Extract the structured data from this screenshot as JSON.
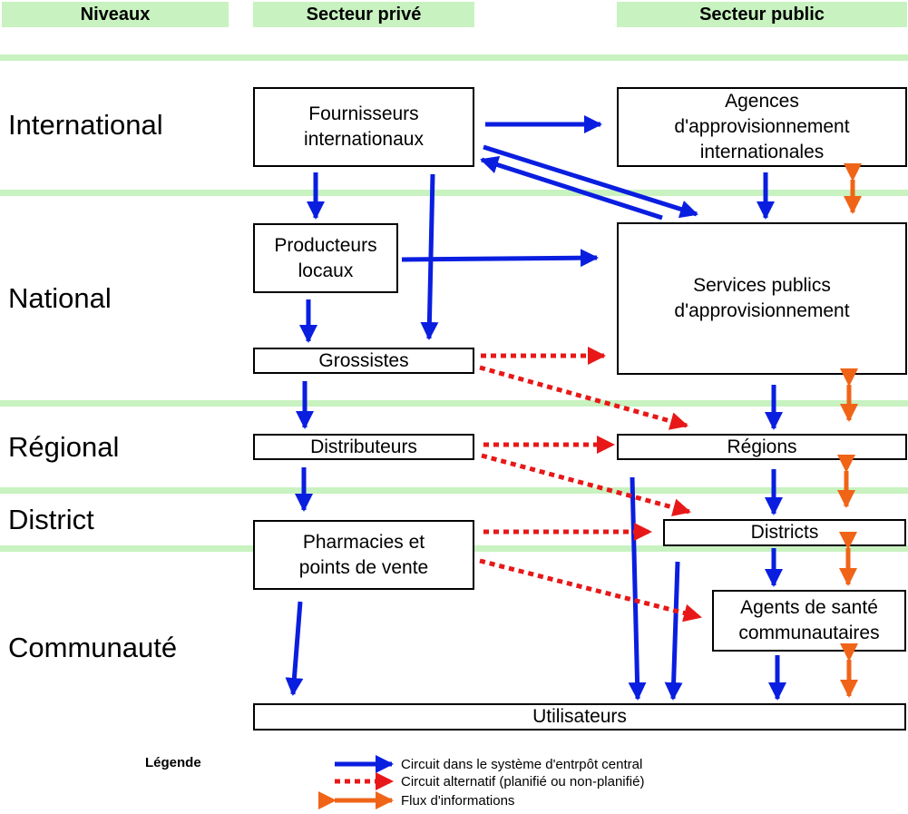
{
  "headers": {
    "levels": "Niveaux",
    "private": "Secteur privé",
    "public": "Secteur public"
  },
  "levels": [
    "International",
    "National",
    "Régional",
    "District",
    "Communauté"
  ],
  "boxes": {
    "fournisseurs": "Fournisseurs\ninternationaux",
    "agences": "Agences\nd'approvisionnement\ninternationales",
    "producteurs": "Producteurs\nlocaux",
    "services": "Services publics\nd'approvisionnement",
    "grossistes": "Grossistes",
    "distributeurs": "Distributeurs",
    "regions": "Régions",
    "districts": "Districts",
    "pharmacies": "Pharmacies et\npoints de vente",
    "agents": "Agents de santé\ncommunautaires",
    "utilisateurs": "Utilisateurs"
  },
  "legend": {
    "title": "Légende",
    "items": [
      {
        "label": "Circuit dans le système d'entrpôt central",
        "color": "#0a1ee0",
        "style": "solid-arrow"
      },
      {
        "label": "Circuit alternatif (planifié ou non-planifié)",
        "color": "#e81818",
        "style": "dotted-arrow"
      },
      {
        "label": "Flux d'informations",
        "color": "#f06418",
        "style": "double-arrow"
      }
    ]
  },
  "colors": {
    "band": "#c8f2c0",
    "blue": "#0a1ee0",
    "red": "#e81818",
    "orange": "#f06418"
  }
}
